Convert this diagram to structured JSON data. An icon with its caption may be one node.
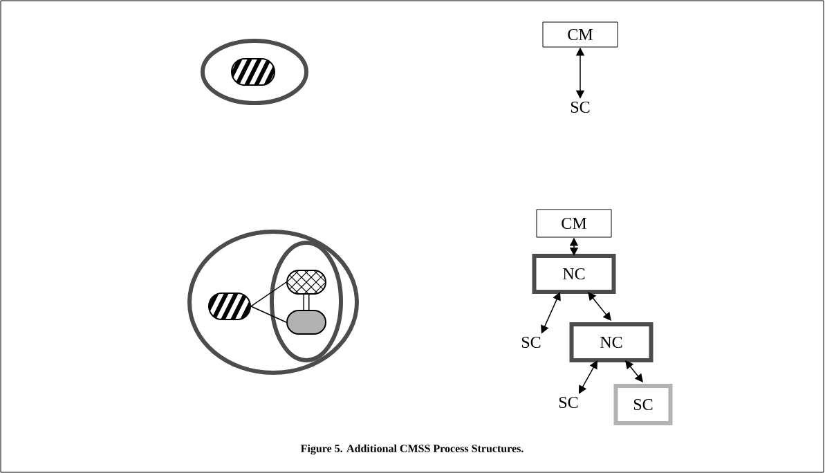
{
  "diagram": {
    "caption": "Figure 5. Additional CMSS Process Structures.",
    "nodes": [
      {
        "text": [],
        "shape": "ellipse"
      },
      {
        "text": [],
        "shape": "capsule",
        "in": 0
      },
      {
        "text": [
          "CM"
        ]
      },
      {
        "text": [
          "SC"
        ]
      },
      {
        "text": [],
        "shape": "ellipse"
      },
      {
        "text": [],
        "shape": "capsule",
        "in": 4
      },
      {
        "text": [],
        "shape": "ellipse",
        "in": 4
      },
      {
        "text": [],
        "shape": "capsule",
        "in": 6
      },
      {
        "text": [],
        "shape": "capsule",
        "in": 6
      },
      {
        "text": [
          "CM"
        ]
      },
      {
        "text": [
          "NC"
        ]
      },
      {
        "text": [
          "SC"
        ]
      },
      {
        "text": [
          "NC"
        ]
      },
      {
        "text": [
          "SC"
        ]
      },
      {
        "text": [
          "SC"
        ]
      }
    ],
    "edges": [
      {
        "from": 2,
        "to": 3,
        "arrow": "both"
      },
      {
        "from": 5,
        "to": 7,
        "arrow": "none"
      },
      {
        "from": 5,
        "to": 8,
        "arrow": "none"
      },
      {
        "from": 7,
        "to": 8,
        "arrow": "none",
        "style": "thick"
      },
      {
        "from": 9,
        "to": 10,
        "arrow": "both"
      },
      {
        "from": 10,
        "to": 11,
        "arrow": "both"
      },
      {
        "from": 10,
        "to": 12,
        "arrow": "both"
      },
      {
        "from": 12,
        "to": 13,
        "arrow": "both"
      },
      {
        "from": 12,
        "to": 14,
        "arrow": "both"
      }
    ]
  }
}
